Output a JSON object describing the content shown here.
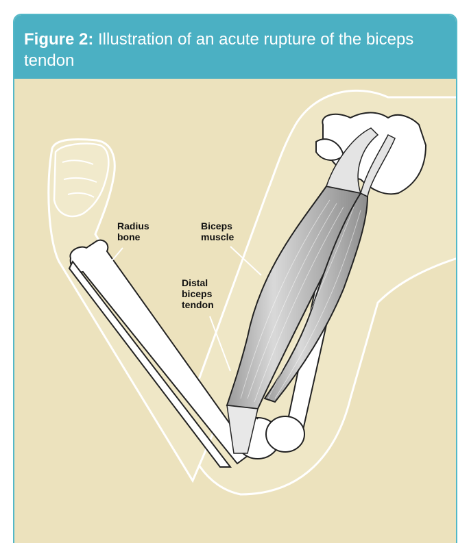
{
  "figure": {
    "label": "Figure 2:",
    "caption": "Illustration of an acute rupture of the biceps tendon"
  },
  "labels": {
    "radius_line1": "Radius",
    "radius_line2": "bone",
    "biceps_line1": "Biceps",
    "biceps_line2": "muscle",
    "distal_line1": "Distal",
    "distal_line2": "biceps",
    "distal_line3": "tendon"
  },
  "colors": {
    "header": "#4bb0c3",
    "background": "#ece2bd",
    "muscle": "#b8b8b8",
    "bone": "#ffffff"
  }
}
